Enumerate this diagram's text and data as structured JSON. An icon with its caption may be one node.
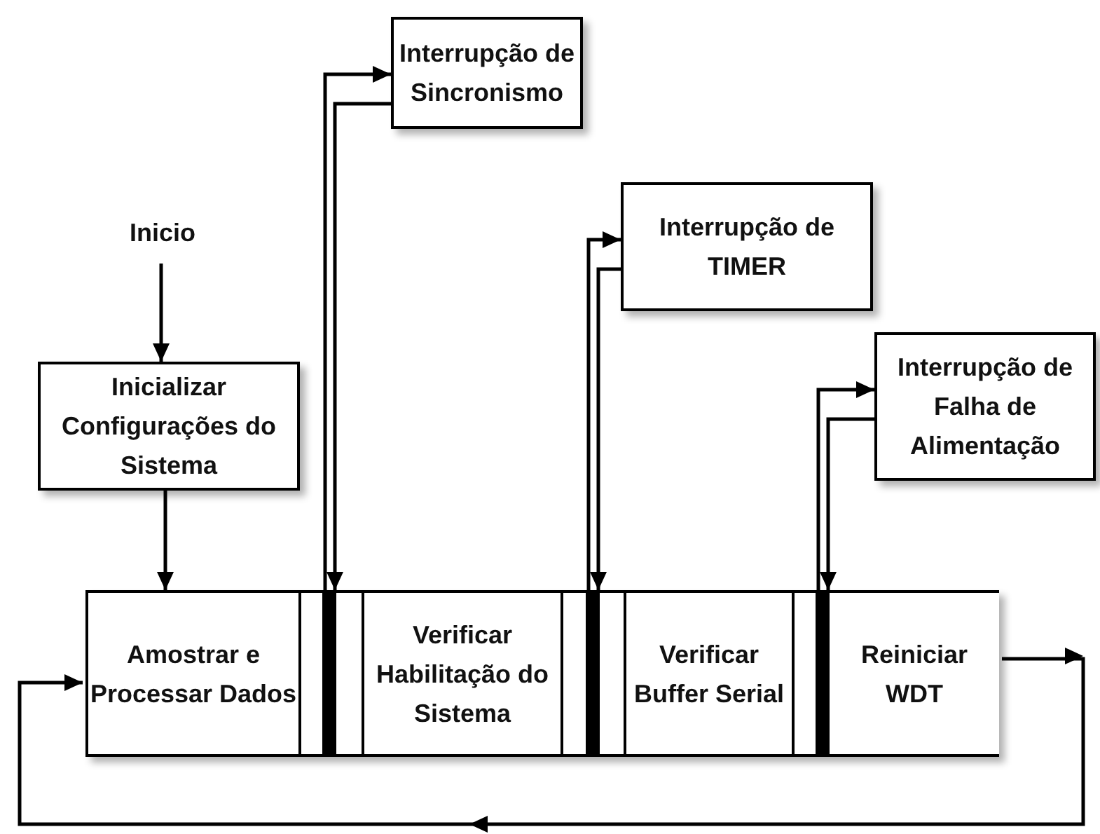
{
  "diagram": {
    "nodes": [
      {
        "text": [
          "Inicio"
        ]
      },
      {
        "text": [
          "Inicializar Configurações do Sistema"
        ]
      },
      {
        "text": [
          "Interrupção de Sincronismo"
        ]
      },
      {
        "text": [
          "Interrupção de TIMER"
        ]
      },
      {
        "text": [
          "Interrupção de Falha de Alimentação"
        ]
      },
      {
        "text": [],
        "shape": "box"
      },
      {
        "text": [
          "Amostrar e Processar Dados"
        ],
        "in": 5
      },
      {
        "text": [],
        "shape": "bar",
        "in": 5
      },
      {
        "text": [
          "Verificar Habilitação do Sistema"
        ],
        "in": 5
      },
      {
        "text": [],
        "shape": "bar",
        "in": 5
      },
      {
        "text": [
          "Verificar Buffer Serial"
        ],
        "in": 5
      },
      {
        "text": [],
        "shape": "bar",
        "in": 5
      },
      {
        "text": [
          "Reiniciar WDT"
        ],
        "in": 5
      }
    ],
    "edges": [
      {
        "from": 0,
        "to": 1,
        "arrow": "to"
      },
      {
        "from": 1,
        "to": 6,
        "arrow": "to"
      },
      {
        "from": 7,
        "to": 2,
        "arrow": "to"
      },
      {
        "from": 2,
        "to": 7,
        "arrow": "to"
      },
      {
        "from": 9,
        "to": 3,
        "arrow": "to"
      },
      {
        "from": 3,
        "to": 9,
        "arrow": "to"
      },
      {
        "from": 11,
        "to": 4,
        "arrow": "to"
      },
      {
        "from": 4,
        "to": 11,
        "arrow": "to"
      },
      {
        "from": 12,
        "to": 6,
        "arrow": "to"
      }
    ]
  }
}
